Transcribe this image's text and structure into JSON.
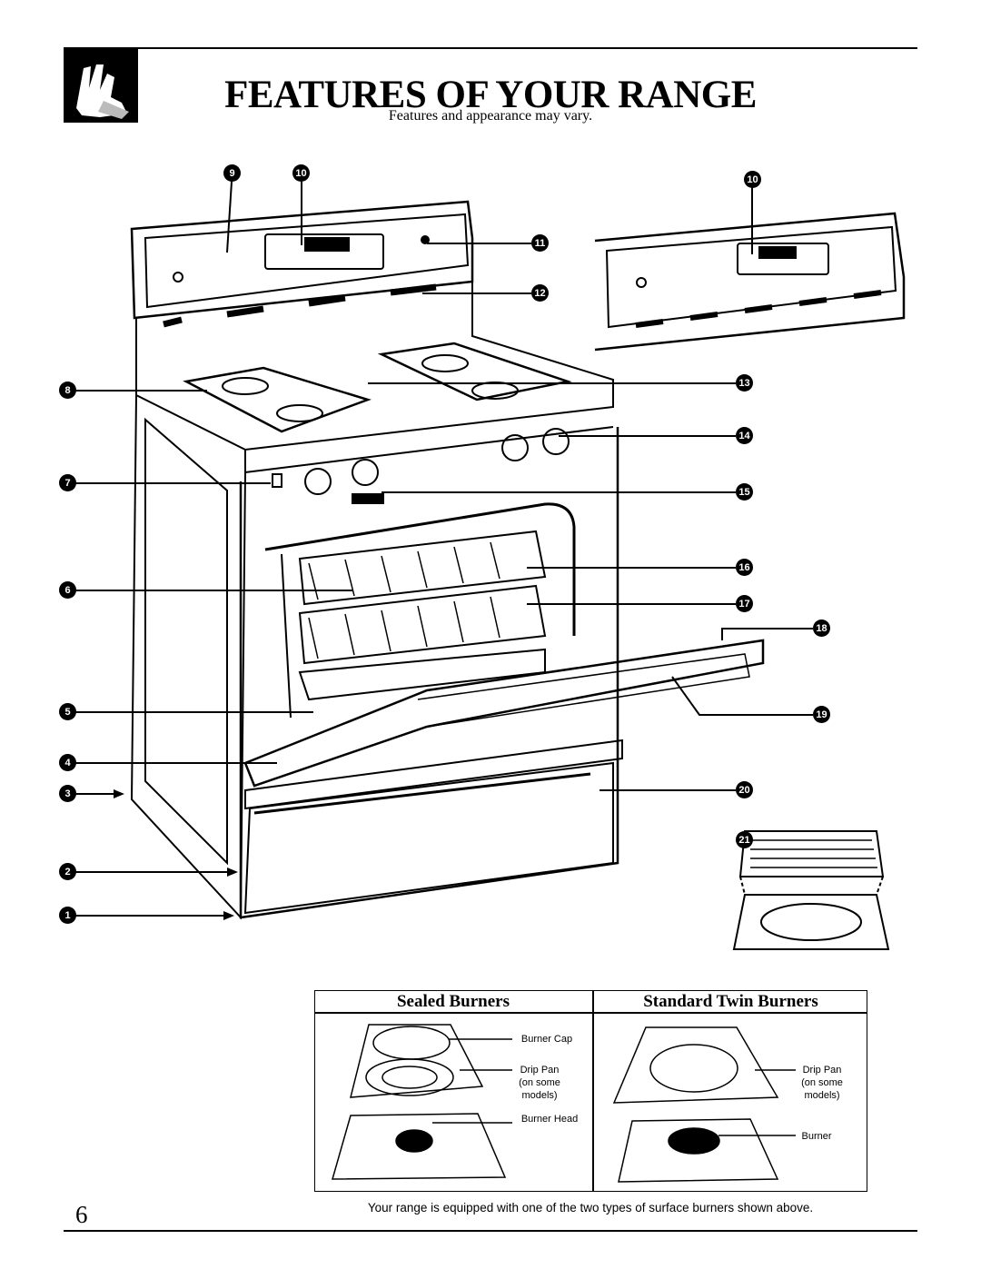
{
  "header": {
    "title": "FEATURES OF YOUR RANGE",
    "subtitle": "Features and appearance may vary."
  },
  "callouts": [
    "1",
    "2",
    "3",
    "4",
    "5",
    "6",
    "7",
    "8",
    "9",
    "10",
    "10",
    "11",
    "12",
    "13",
    "14",
    "15",
    "16",
    "17",
    "18",
    "19",
    "20",
    "21"
  ],
  "burners": {
    "sealed": {
      "heading": "Sealed Burners",
      "labels": {
        "cap": "Burner Cap",
        "pan_line1": "Drip Pan",
        "pan_line2": "(on some",
        "pan_line3": "models)",
        "head": "Burner Head"
      }
    },
    "standard": {
      "heading": "Standard Twin Burners",
      "labels": {
        "pan_line1": "Drip Pan",
        "pan_line2": "(on some",
        "pan_line3": "models)",
        "burner": "Burner"
      }
    }
  },
  "footer": {
    "page_number": "6",
    "note": "Your range is equipped with one of the two types of surface burners shown above."
  }
}
